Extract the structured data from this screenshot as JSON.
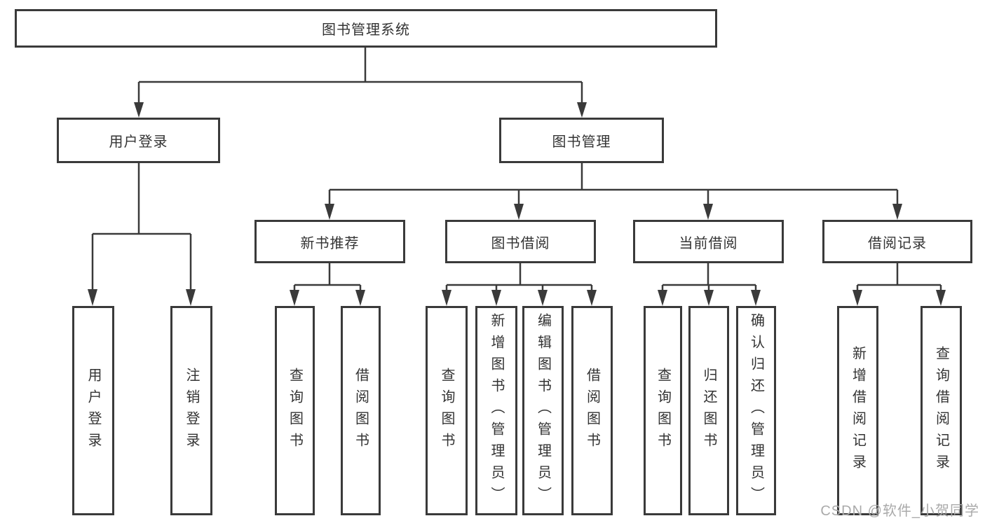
{
  "nodes": {
    "root": {
      "label": "图书管理系统"
    },
    "user_login": {
      "label": "用户登录",
      "children": [
        {
          "label": "用户登录"
        },
        {
          "label": "注销登录"
        }
      ]
    },
    "book_mgmt": {
      "label": "图书管理",
      "children": [
        {
          "label": "新书推荐",
          "children": [
            {
              "label": "查询图书"
            },
            {
              "label": "借阅图书"
            }
          ]
        },
        {
          "label": "图书借阅",
          "children": [
            {
              "label": "查询图书"
            },
            {
              "label": "新增图书（管理员）"
            },
            {
              "label": "编辑图书（管理员）"
            },
            {
              "label": "借阅图书"
            }
          ]
        },
        {
          "label": "当前借阅",
          "children": [
            {
              "label": "查询图书"
            },
            {
              "label": "归还图书"
            },
            {
              "label": "确认归还（管理员）"
            }
          ]
        },
        {
          "label": "借阅记录",
          "children": [
            {
              "label": "新增借阅记录"
            },
            {
              "label": "查询借阅记录"
            }
          ]
        }
      ]
    }
  },
  "watermark": "CSDN @软件_小贺同学",
  "colors": {
    "line": "#3a3a3a",
    "text": "#333333",
    "watermark": "#aaaaaa",
    "background": "#ffffff"
  }
}
